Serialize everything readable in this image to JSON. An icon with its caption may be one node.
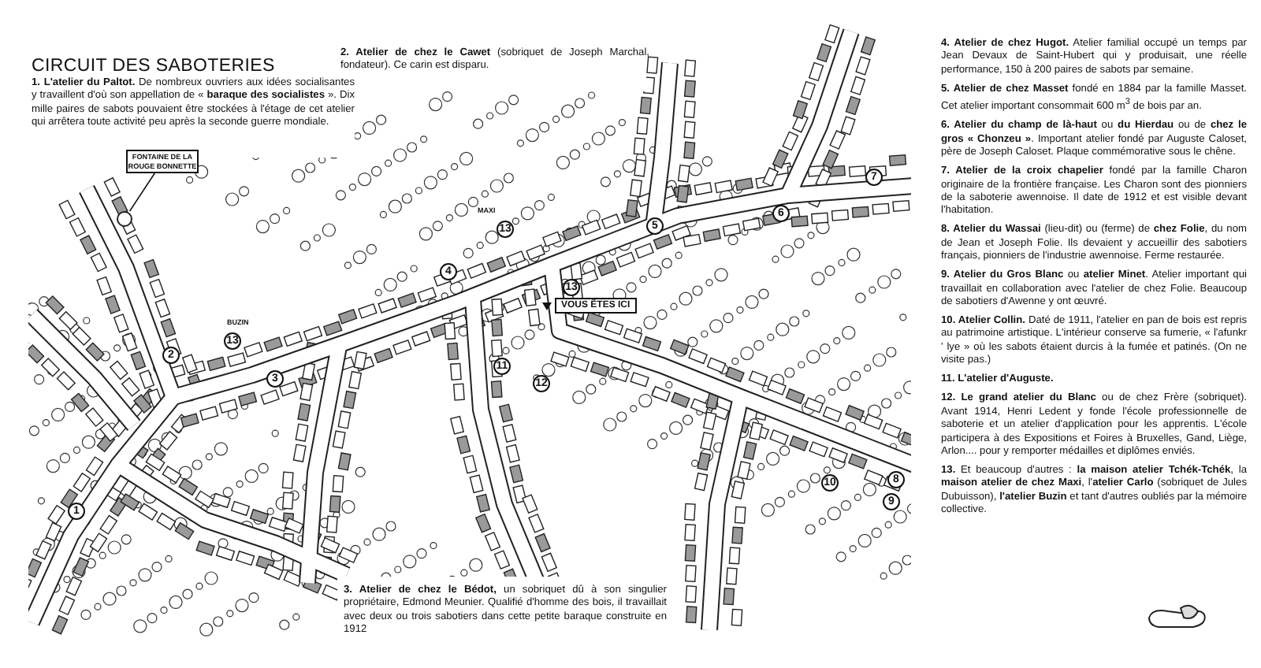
{
  "diagram": {
    "title": "CIRCUIT DES SABOTERIES",
    "nodes": [
      {
        "text": [
          "FONTAINE DE LA ROUGE BONNETTE"
        ]
      },
      {
        "text": [],
        "shape": "circle"
      }
    ],
    "edges": [
      {
        "from": 0,
        "to": 1,
        "arrow": "none"
      }
    ],
    "labels": [
      "**1. L'atelier du Paltot.** De nombreux ouvriers aux idées socialisantes y travaillent d'où son appellation de « **baraque des socialistes** ». Dix mille paires de sabots pouvaient être stockées à l'étage de cet atelier qui arrêtera toute activité peu après la seconde guerre mondiale.",
      "**2. Atelier de chez le Cawet** (sobriquet de Joseph Marchal, fondateur). Ce carin est disparu.",
      "MAXI",
      "13",
      "7",
      "6",
      "5",
      "4",
      "13",
      "VOUS ÊTES ICI",
      "BUZIN",
      "13",
      "2",
      "11",
      "3",
      "12",
      "10",
      "8",
      "9",
      "1",
      "**3. Atelier de chez le Bédot,** un sobriquet dû à son singulier propriétaire, Edmond Meunier. Qualifié d'homme des bois, il travaillait avec deux ou trois sabotiers dans cette petite baraque construite en 1912",
      "**4. Atelier de chez Hugot.** Atelier familial occupé un temps par Jean Devaux de Saint-Hubert qui y produisait, une réelle performance, 150 à 200 paires de sabots par semaine.",
      "**5. Atelier de chez Masset** fondé en 1884 par la famille Masset. Cet atelier important consommait 600 m$^{3}$ de bois par an.",
      "**6. Atelier du champ de là-haut** ou **du Hierdau** ou de **chez le gros « Chonzeu »**. Important atelier fondé par Auguste Caloset, père de Joseph Caloset. Plaque commémorative sous le chêne.",
      "**7. Atelier de la croix chapelier** fondé par la famille Charon originaire de la frontière française. Les Charon sont des pionniers de la saboterie awennoise. Il date de 1912 et est visible devant l'habitation.",
      "**8. Atelier du Wassai** (lieu-dit) ou (ferme) de **chez Folie**, du nom de Jean et Joseph Folie. Ils devaient y accueillir des sabotiers français, pionniers de l'industrie awennoise. Ferme restaurée.",
      "**9. Atelier du Gros Blanc** ou **atelier Minet**. Atelier important qui travaillait en collaboration avec l'atelier de chez Folie. Beaucoup de sabotiers d'Awenne y ont œuvré.",
      "**10. Atelier Collin.** Daté de 1911, l'atelier en pan de bois est repris au patrimoine artistique. L'intérieur conserve sa fumerie, « l'afunkr ' lye » où les sabots étaient durcis à la fumée et patinés. (On ne visite pas.)",
      "**11. L'atelier d'Auguste.**",
      "**12. Le grand atelier du Blanc** ou de chez Frère (sobriquet). Avant 1914, Henri Ledent y fonde l'école professionnelle de saboterie et un atelier d'application pour les apprentis. L'école participera à des Expositions et Foires à Bruxelles, Gand, Liège, Arlon.... pour y remporter médailles et diplômes enviés.",
      "**13.** Et beaucoup d'autres : **la maison atelier Tchék-Tchék**, la **maison atelier de chez Maxi**, l'**atelier Carlo** (sobriquet de Jules Dubuisson), **l'atelier Buzin** et tant d'autres oubliés par la mémoire collective."
    ]
  }
}
